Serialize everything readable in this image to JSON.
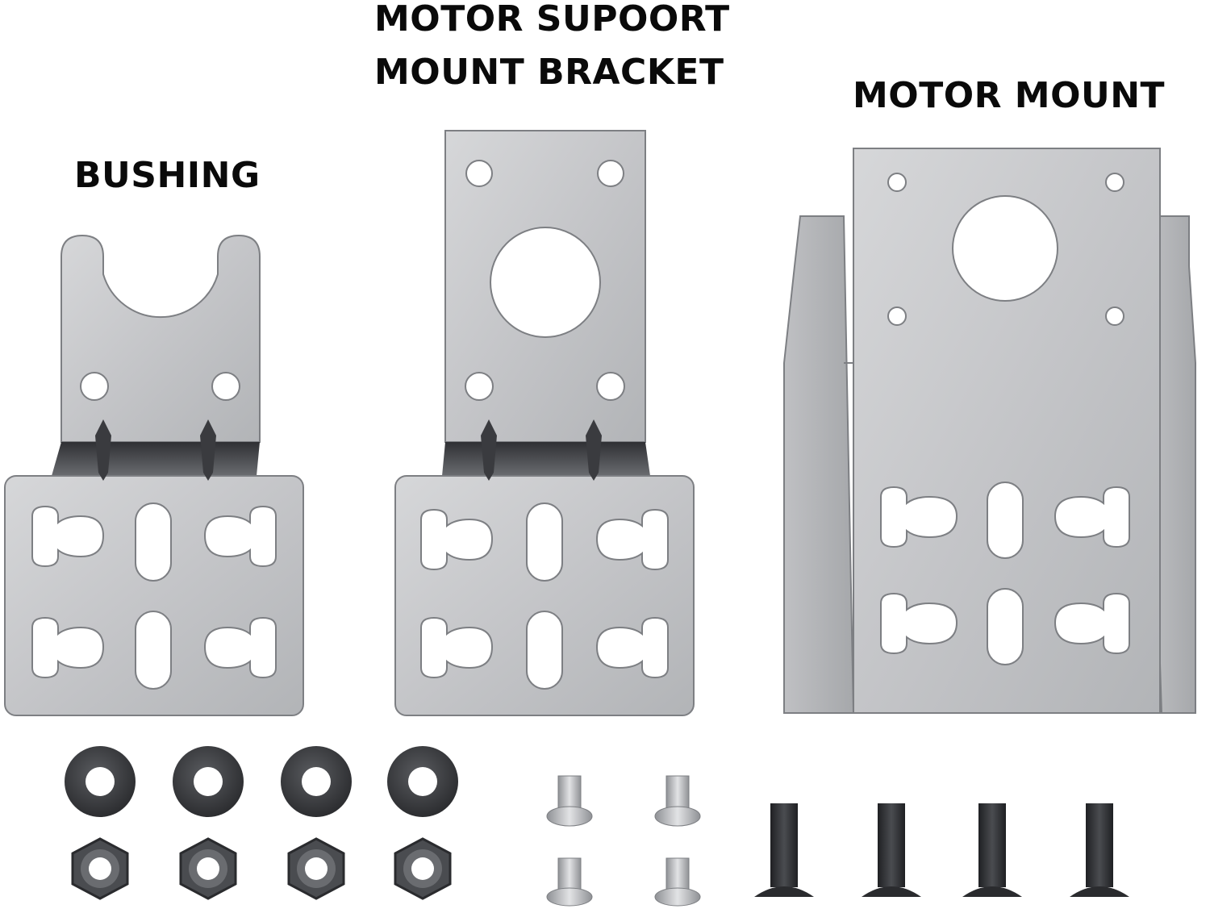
{
  "labels": {
    "bushing": "BUSHING",
    "support_line1": "MOTOR SUPOORT",
    "support_line2": "MOUNT BRACKET",
    "motor_mount": "MOTOR MOUNT"
  },
  "colors": {
    "plate": "#c9cacc",
    "plate_dark": "#9a9ca0",
    "edge": "#6e7074",
    "fold": "#4a4c50",
    "washer": "#3c3e42",
    "nut": "#505256",
    "screw_silver": "#b9bbbf",
    "screw_black": "#2a2b2e"
  },
  "hardware": {
    "washers": 4,
    "nuts": 4,
    "small_screws": 4,
    "large_screws": 4
  }
}
